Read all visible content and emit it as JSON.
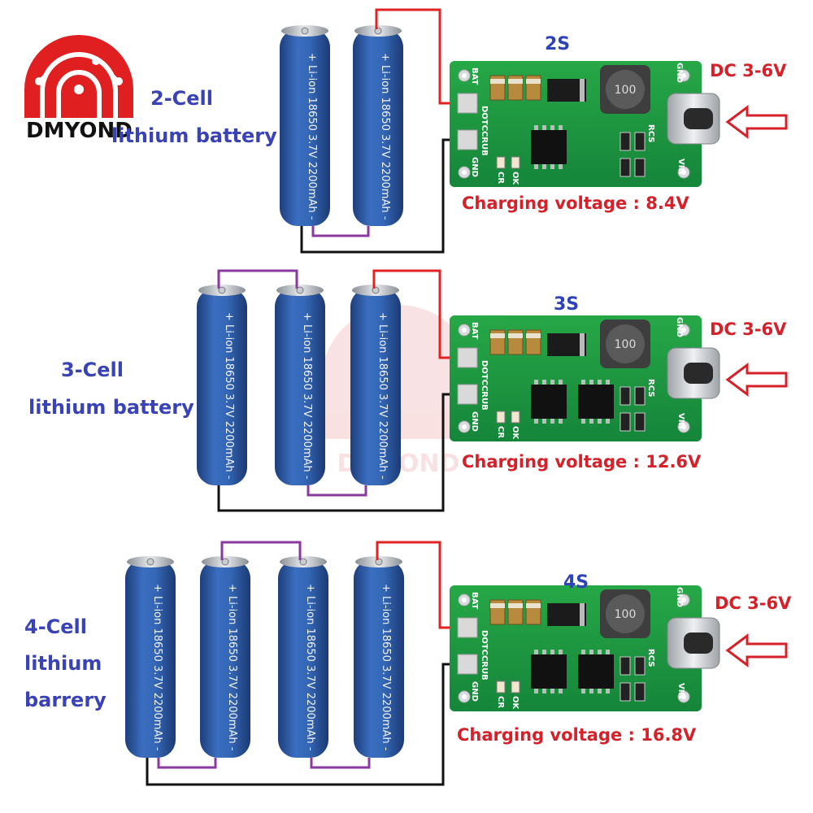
{
  "logo": {
    "text": "DMYOND"
  },
  "watermark": {
    "text": "DMYOND"
  },
  "battery_print": "+ Li-ion 18650 3.7V 2200mAh -",
  "board": {
    "inductor_code": "100",
    "pads": {
      "bat": "BAT",
      "gnd_left": "GND",
      "gnd_top": "GND",
      "vin": "VIN",
      "dotccrub": "DOTCCRUB",
      "cr": "CR",
      "ok": "OK",
      "rcs": "RCS"
    }
  },
  "input_arrow_color": "#d4212a",
  "accent_colors": {
    "label_blue": "#3a43b6",
    "voltage_red": "#d4212a",
    "wire_red": "#e02222",
    "wire_purple": "#8a3a9e",
    "wire_black": "#111111",
    "pcb_green": "#1d9a3c",
    "battery_blue": "#2f5ea6"
  },
  "sections": [
    {
      "cells_label": "2-Cell",
      "cells_label2": "lithium battery",
      "cells_label3": "",
      "config": "2S",
      "input": "DC 3-6V",
      "charging": "Charging voltage : 8.4V",
      "battery_count": 2
    },
    {
      "cells_label": "3-Cell",
      "cells_label2": "lithium battery",
      "cells_label3": "",
      "config": "3S",
      "input": "DC 3-6V",
      "charging": "Charging voltage : 12.6V",
      "battery_count": 3
    },
    {
      "cells_label": "4-Cell",
      "cells_label2": "lithium",
      "cells_label3": "barrery",
      "config": "4S",
      "input": "DC 3-6V",
      "charging": "Charging voltage : 16.8V",
      "battery_count": 4
    }
  ]
}
